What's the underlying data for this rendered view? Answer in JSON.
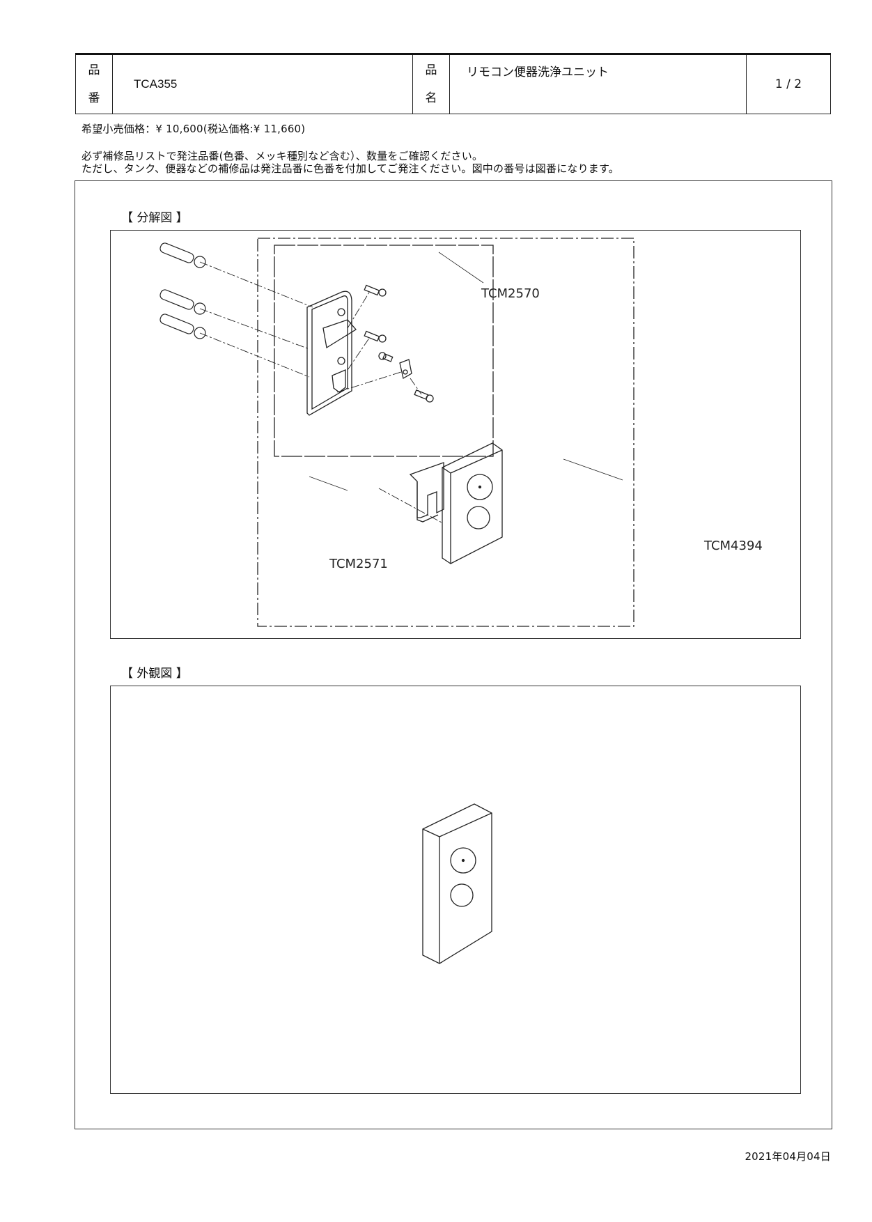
{
  "header": {
    "part_number_label_top": "品",
    "part_number_label_bottom": "番",
    "part_number": "TCA355",
    "part_name_label_top": "品",
    "part_name_label_bottom": "名",
    "part_name": "リモコン便器洗浄ユニット",
    "page": "1 / 2"
  },
  "price": "希望小売価格：¥ 10,600(税込価格:¥ 11,660)",
  "notes": [
    "必ず補修品リストで発注品番(色番、メッキ種別など含む）、数量をご確認ください。",
    "ただし、タンク、便器などの補修品は発注品番に色番を付加してご発注ください。図中の番号は図番になります。"
  ],
  "exploded": {
    "title": "【 分解図 】",
    "parts": [
      "TCM2570",
      "TCM4394",
      "TCM2571"
    ]
  },
  "exterior": {
    "title": "【 外観図 】"
  },
  "date": "2021年04月04日"
}
